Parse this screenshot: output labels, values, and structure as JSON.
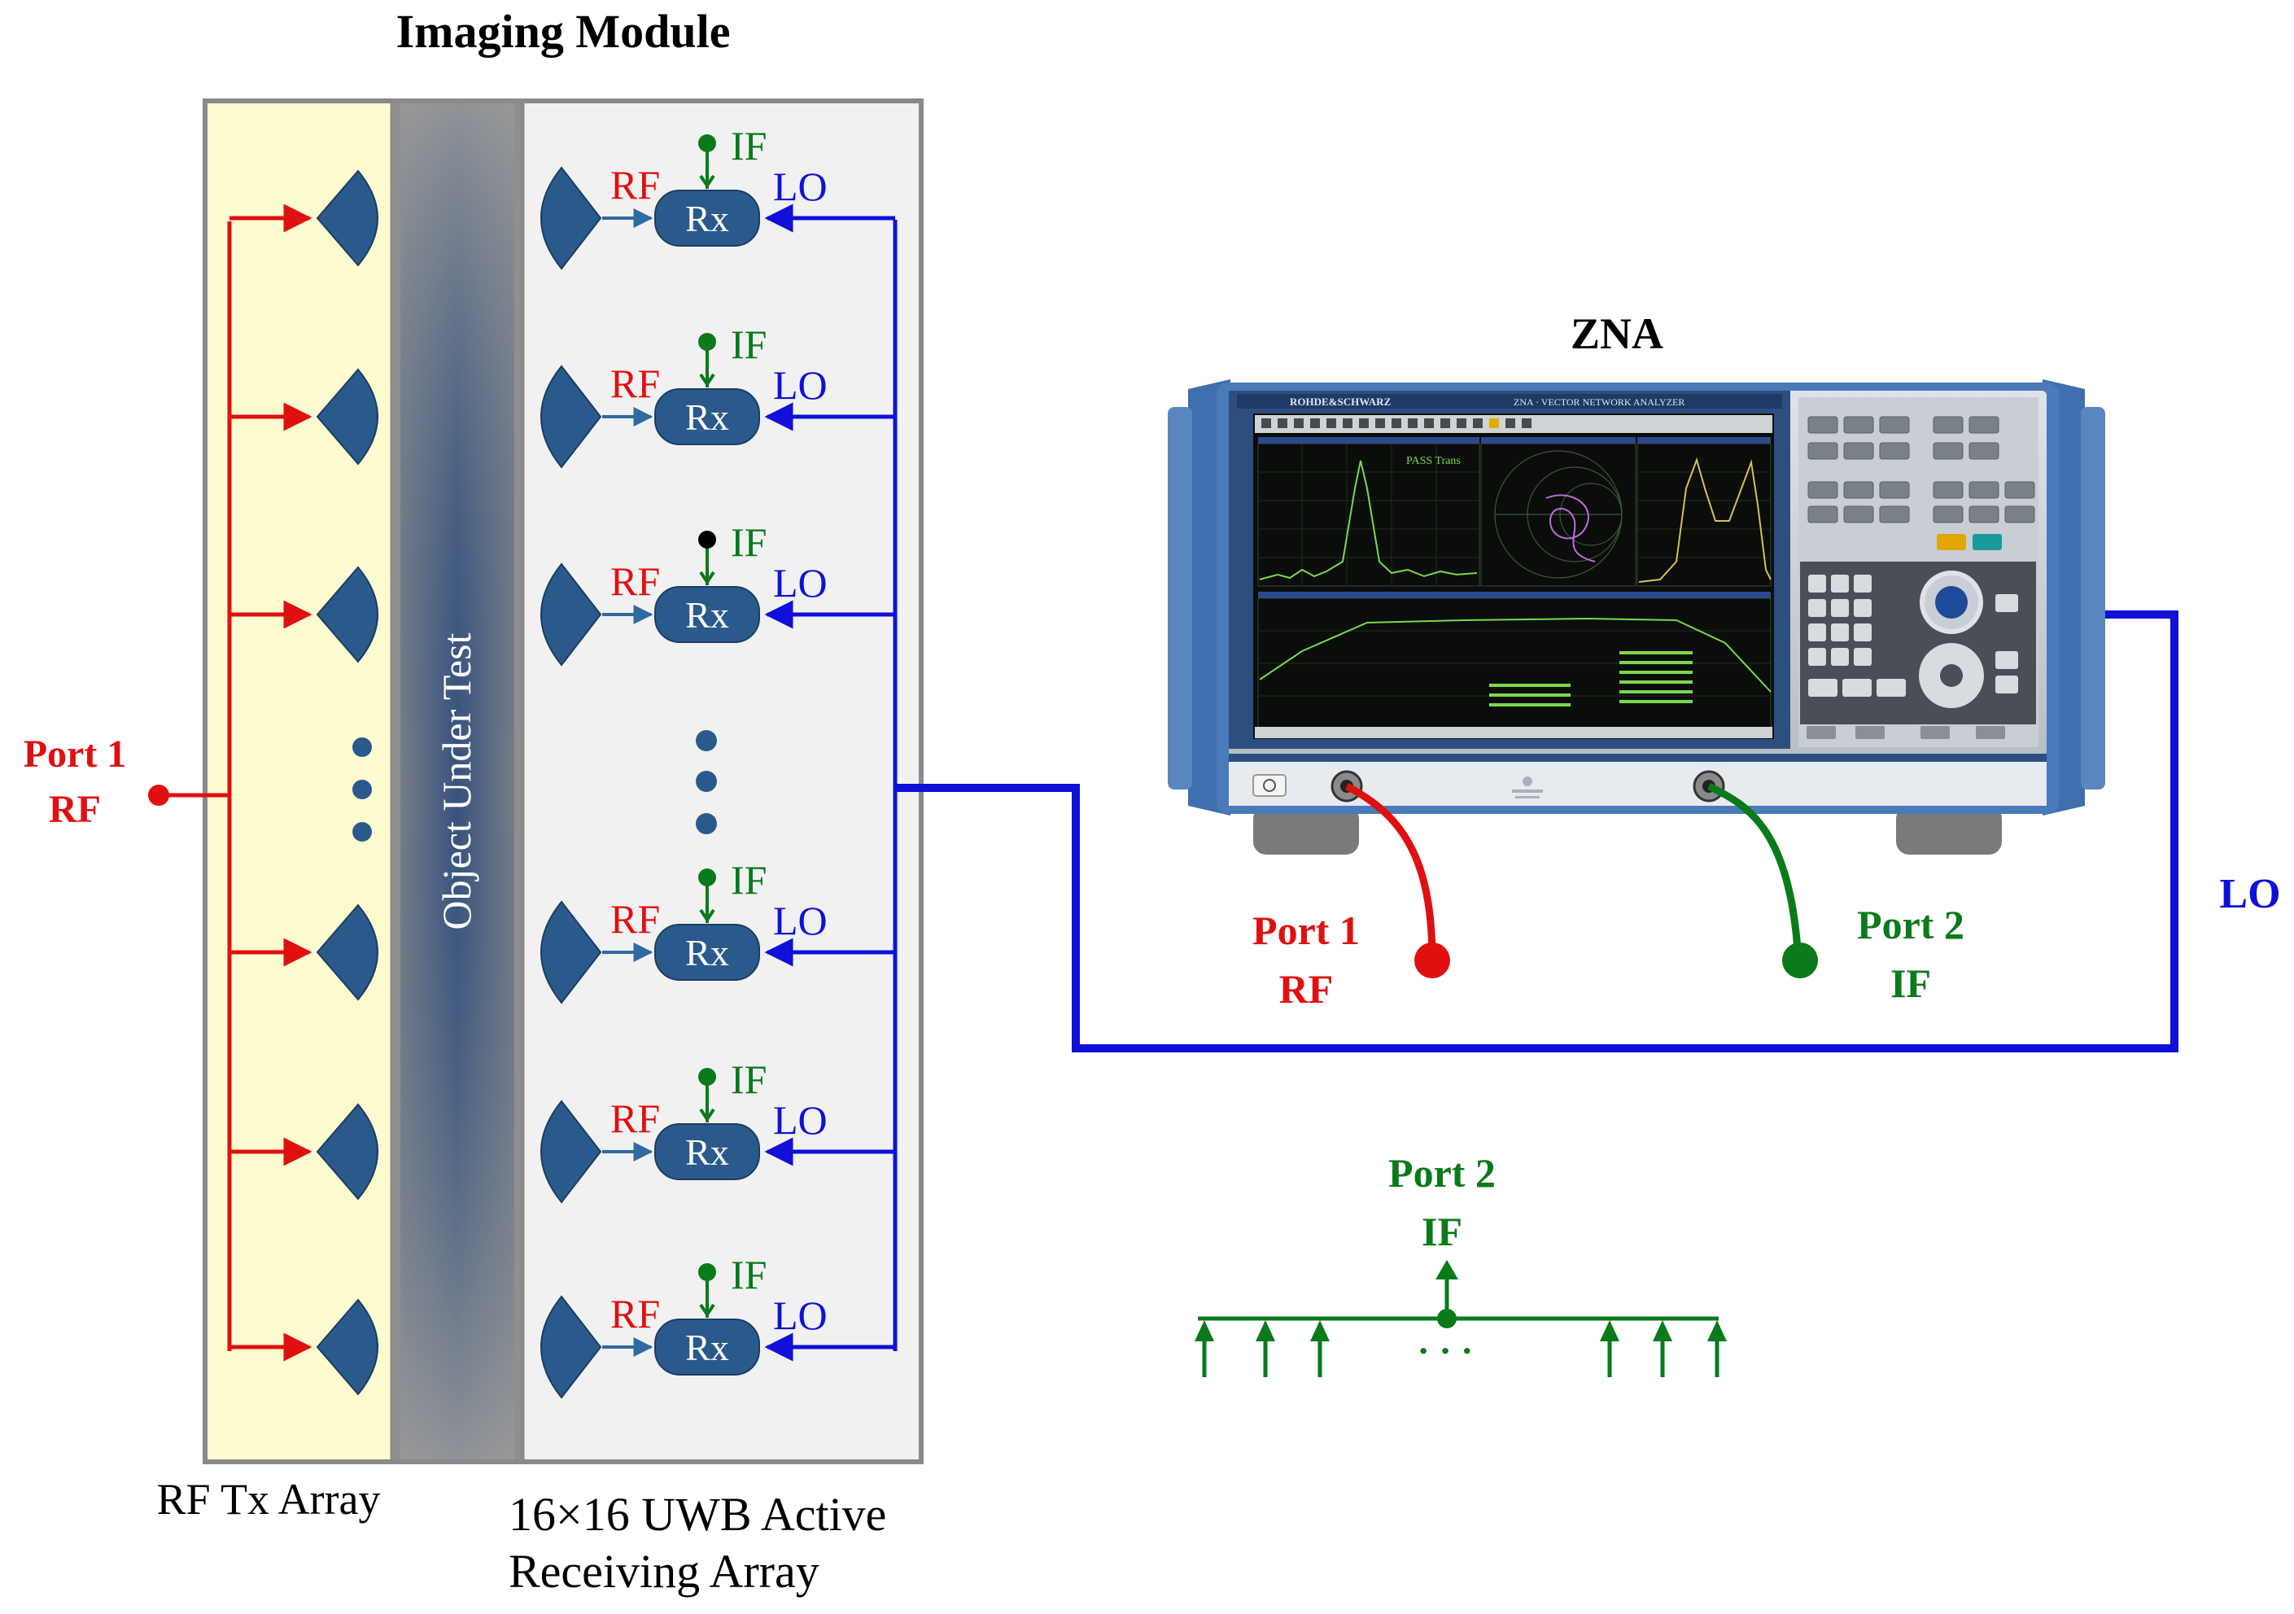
{
  "title": "Imaging Module",
  "tx_array_label": "RF Tx Array",
  "rx_array_label_line1": "16×16 UWB Active",
  "rx_array_label_line2": "Receiving Array",
  "object_label": "Object Under Test",
  "rx_label": "Rx",
  "rf_label": "RF",
  "lo_label": "LO",
  "if_label": "IF",
  "port1_label": "Port 1",
  "port1_sub": "RF",
  "port2_label": "Port 2",
  "port2_sub": "IF",
  "lo_cable_label": "LO",
  "instrument_title": "ZNA",
  "instrument_brand": "ROHDE&SCHWARZ",
  "instrument_model": "ZNA · VECTOR NETWORK ANALYZER",
  "screen_trace_label": "PASS Trans",
  "inst_port1_tag": "PORT 1",
  "inst_port2_tag": "PORT 2",
  "if_combiner_dots": "· · ·",
  "rx_rows": [
    {
      "if_active": true
    },
    {
      "if_active": true
    },
    {
      "if_active": false
    },
    {
      "if_active": true
    },
    {
      "if_active": true
    },
    {
      "if_active": true
    }
  ],
  "colors": {
    "rf": "#e01010",
    "lo": "#1010d8",
    "if": "#0a7a1a",
    "antenna": "#2a5a8c",
    "tx_panel": "#fdfcd0",
    "rx_panel": "#f0f0f0",
    "object": "#7f8fa8",
    "instrument_body": "#4a7ab8",
    "screen": "#0b0d0b"
  }
}
